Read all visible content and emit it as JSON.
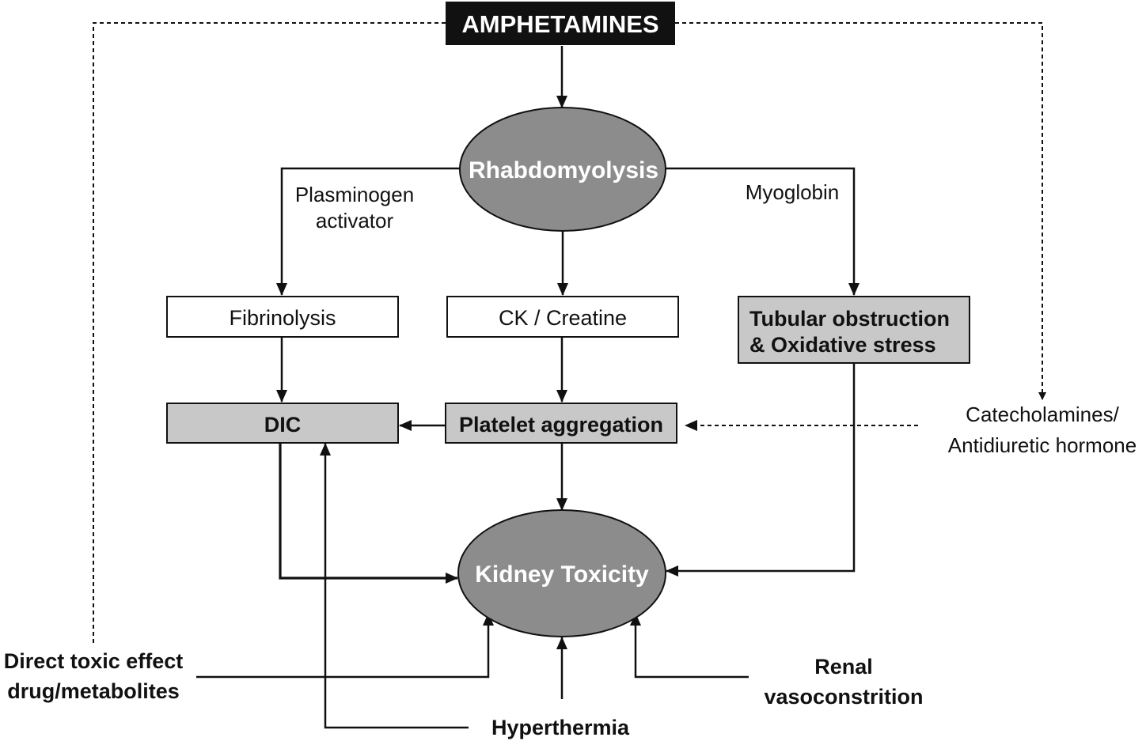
{
  "colors": {
    "source_fill": "#111111",
    "oval_fill": "#8c8c8c",
    "shaded_box_fill": "#c8c8c8",
    "plain_box_fill": "#ffffff",
    "line": "#111111"
  },
  "nodes": {
    "amphetamines": "AMPHETAMINES",
    "rhabdomyolysis": "Rhabdomyolysis",
    "fibrinolysis": "Fibrinolysis",
    "ck_creatine": "CK / Creatine",
    "tubular_line1": "Tubular obstruction",
    "tubular_line2": "& Oxidative stress",
    "dic": "DIC",
    "platelet": "Platelet aggregation",
    "kidney": "Kidney Toxicity"
  },
  "edge_labels": {
    "plasminogen_line1": "Plasminogen",
    "plasminogen_line2": "activator",
    "myoglobin": "Myoglobin"
  },
  "causes": {
    "catecholamines_line1": "Catecholamines/",
    "catecholamines_line2": "Antidiuretic hormone",
    "direct_line1": "Direct toxic effect",
    "direct_line2": "drug/metabolites",
    "renal_line1": "Renal",
    "renal_line2": "vasoconstrition",
    "hyperthermia": "Hyperthermia"
  }
}
